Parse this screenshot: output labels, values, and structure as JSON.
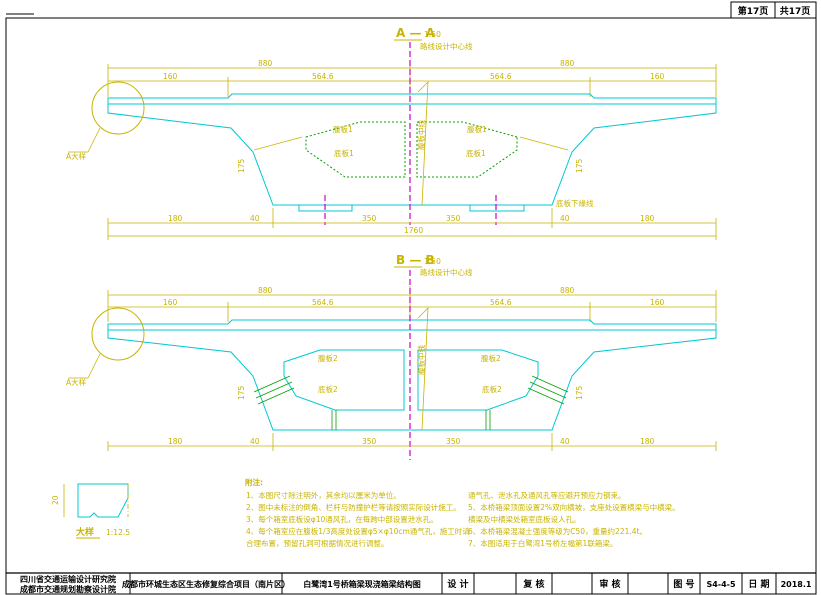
{
  "header": {
    "page_current": "第17页",
    "page_total": "共17页"
  },
  "sections": {
    "a": {
      "label": "A — A",
      "scale": "1:50"
    },
    "b": {
      "label": "B — B",
      "scale": "1:50"
    }
  },
  "detail": {
    "label": "大样",
    "scale": "1:12.5"
  },
  "notes": {
    "heading": "附注:",
    "left": [
      "1、本图尺寸除注明外，其余均以厘米为单位。",
      "2、图中未标注的倒角、栏杆与防撞护栏等请按照实际设计施工。",
      "3、每个箱室底板设φ10通风孔，在每跨中部设置泄水孔。",
      "4、每个箱室应在腹板1/3高度处设置φ5×φ10cm通气孔，施工时请",
      "   合理布置，预留孔洞可根据情况进行调整。"
    ],
    "right": [
      "通气孔、泄水孔及通风孔等应避开预应力钢束。",
      "5、本桥箱梁顶面设置2%双向横坡，支座处设置横梁与中横梁。",
      "   横梁及中横梁处箱室底板设人孔。",
      "6、本桥箱梁混凝土强度等级为C50，重量约221.4t。",
      "7、本图适用于白鹭湾1号桥左幅第1联箱梁。"
    ]
  },
  "title_block": {
    "institute_line1": "四川省交通运输设计研究院",
    "institute_line2": "成都市交通规划勘察设计院",
    "project": "成都市环城生态区生态修复综合项目（南片区）",
    "drawing": "白鹭湾1号桥箱梁现浇箱梁结构图",
    "design_label": "设 计",
    "review_label": "复 核",
    "audit_label": "审 核",
    "drawing_no_label": "图 号",
    "drawing_no": "S4-4-5",
    "date_label": "日 期",
    "date": "2018.1"
  }
}
